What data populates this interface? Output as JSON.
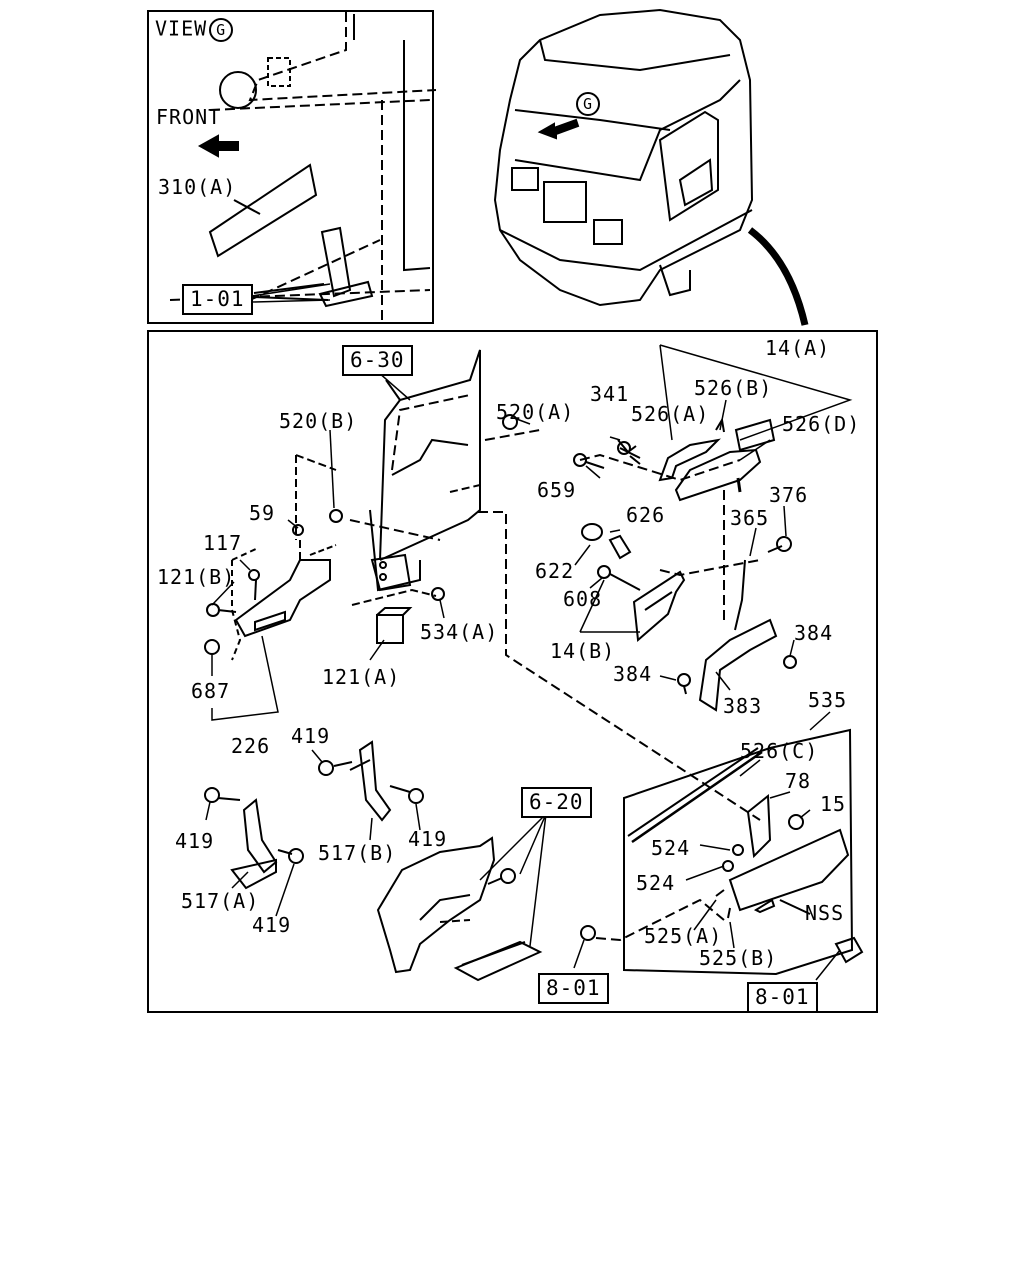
{
  "inset": {
    "view_label": "VIEW",
    "view_marker": "G",
    "front_label": "FRONT",
    "part_310a": "310(A)",
    "ref_1_01": "1-01"
  },
  "cab": {
    "view_marker": "G"
  },
  "refs": {
    "r6_30": "6-30",
    "r6_20": "6-20",
    "r8_01a": "8-01",
    "r8_01b": "8-01"
  },
  "parts": {
    "p520a": "520(A)",
    "p341": "341",
    "p14a": "14(A)",
    "p526b": "526(B)",
    "p526a": "526(A)",
    "p526d": "526(D)",
    "p520b": "520(B)",
    "p659": "659",
    "p376": "376",
    "p59": "59",
    "p626": "626",
    "p365": "365",
    "p117": "117",
    "p622": "622",
    "p121b": "121(B)",
    "p608": "608",
    "p534a": "534(A)",
    "p14b": "14(B)",
    "p384a": "384",
    "p121a": "121(A)",
    "p384b": "384",
    "p687": "687",
    "p383": "383",
    "p535": "535",
    "p226": "226",
    "p419a": "419",
    "p526c": "526(C)",
    "p78": "78",
    "p15": "15",
    "p419b": "419",
    "p517b": "517(B)",
    "p419c": "419",
    "p524a": "524",
    "p524b": "524",
    "p517a": "517(A)",
    "pNSS": "NSS",
    "p419d": "419",
    "p525a": "525(A)",
    "p525b": "525(B)"
  }
}
